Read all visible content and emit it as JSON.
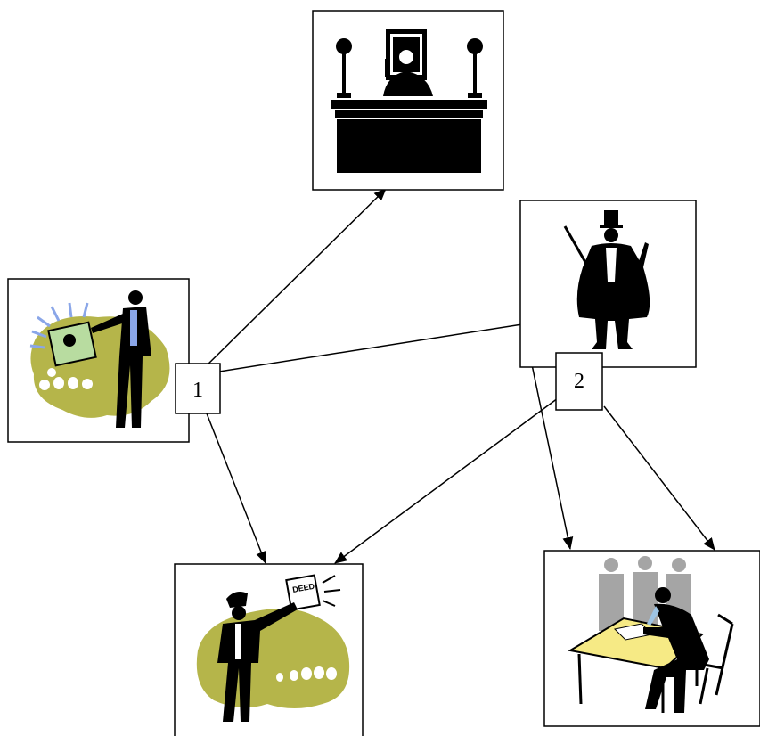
{
  "colors": {
    "stroke": "#000000",
    "clipart_yellow": "#b5b54a",
    "clipart_green": "#b8dca0",
    "clipart_blue": "#8aa6e8",
    "clipart_gray": "#a5a5a5",
    "desk_yellow": "#f6ea85",
    "desk_blue": "#9ec4e4"
  },
  "nodes": [
    {
      "id": "judge",
      "icon": "judge-at-bench-icon"
    },
    {
      "id": "presenter",
      "icon": "man-presenting-certificate-icon"
    },
    {
      "id": "magician",
      "icon": "magician-with-wand-icon"
    },
    {
      "id": "deed-holder",
      "icon": "man-holding-deed-icon"
    },
    {
      "id": "signing",
      "icon": "man-signing-document-at-table-icon"
    }
  ],
  "deed_sign_text": "DEED",
  "badges": [
    {
      "id": "badge-1",
      "label": "1"
    },
    {
      "id": "badge-2",
      "label": "2"
    }
  ],
  "edges": [
    {
      "from": "badge-1",
      "to": "judge",
      "arrow": true
    },
    {
      "from": "badge-1",
      "to": "magician",
      "arrow": false
    },
    {
      "from": "badge-1",
      "to": "deed-holder",
      "arrow": true
    },
    {
      "from": "badge-2",
      "to": "deed-holder",
      "arrow": true
    },
    {
      "from": "badge-2",
      "to": "signing",
      "arrow": true
    },
    {
      "from": "magician",
      "to": "signing",
      "arrow": true
    }
  ]
}
